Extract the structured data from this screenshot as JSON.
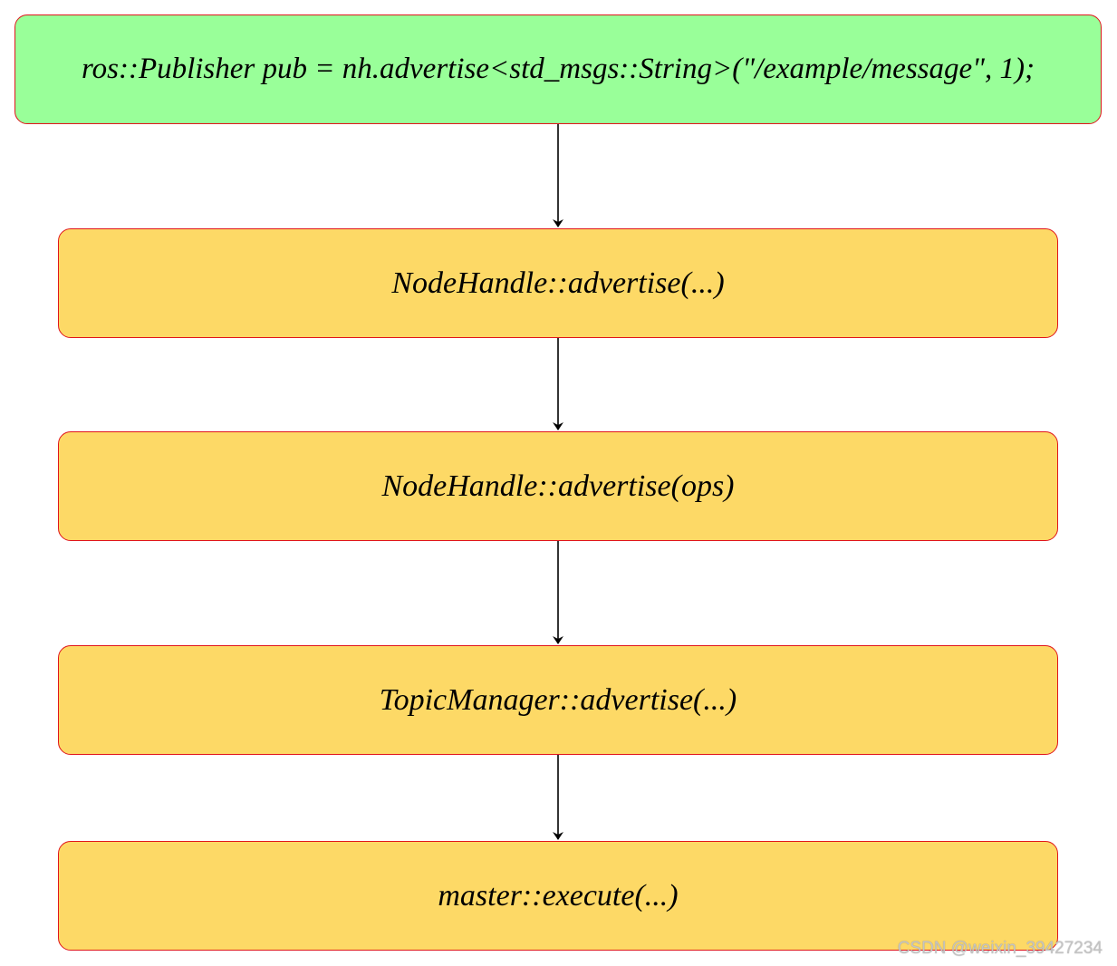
{
  "diagram": {
    "nodes": [
      {
        "id": "call",
        "label": "ros::Publisher pub = nh.advertise<std_msgs::String>(\"/example/message\", 1);"
      },
      {
        "id": "nh-advertise-args",
        "label": "NodeHandle::advertise(...)"
      },
      {
        "id": "nh-advertise-ops",
        "label": "NodeHandle::advertise(ops)"
      },
      {
        "id": "topic-manager-advertise",
        "label": "TopicManager::advertise(...)"
      },
      {
        "id": "master-execute",
        "label": "master::execute(...)"
      }
    ],
    "edges": [
      {
        "from": "call",
        "to": "nh-advertise-args"
      },
      {
        "from": "nh-advertise-args",
        "to": "nh-advertise-ops"
      },
      {
        "from": "nh-advertise-ops",
        "to": "topic-manager-advertise"
      },
      {
        "from": "topic-manager-advertise",
        "to": "master-execute"
      }
    ]
  },
  "watermark": "CSDN @weixin_39427234",
  "colors": {
    "call_fill": "#99ff99",
    "step_fill": "#fdd966",
    "node_border": "#e0151b",
    "edge": "#000000",
    "watermark": "#c4c4c4"
  }
}
